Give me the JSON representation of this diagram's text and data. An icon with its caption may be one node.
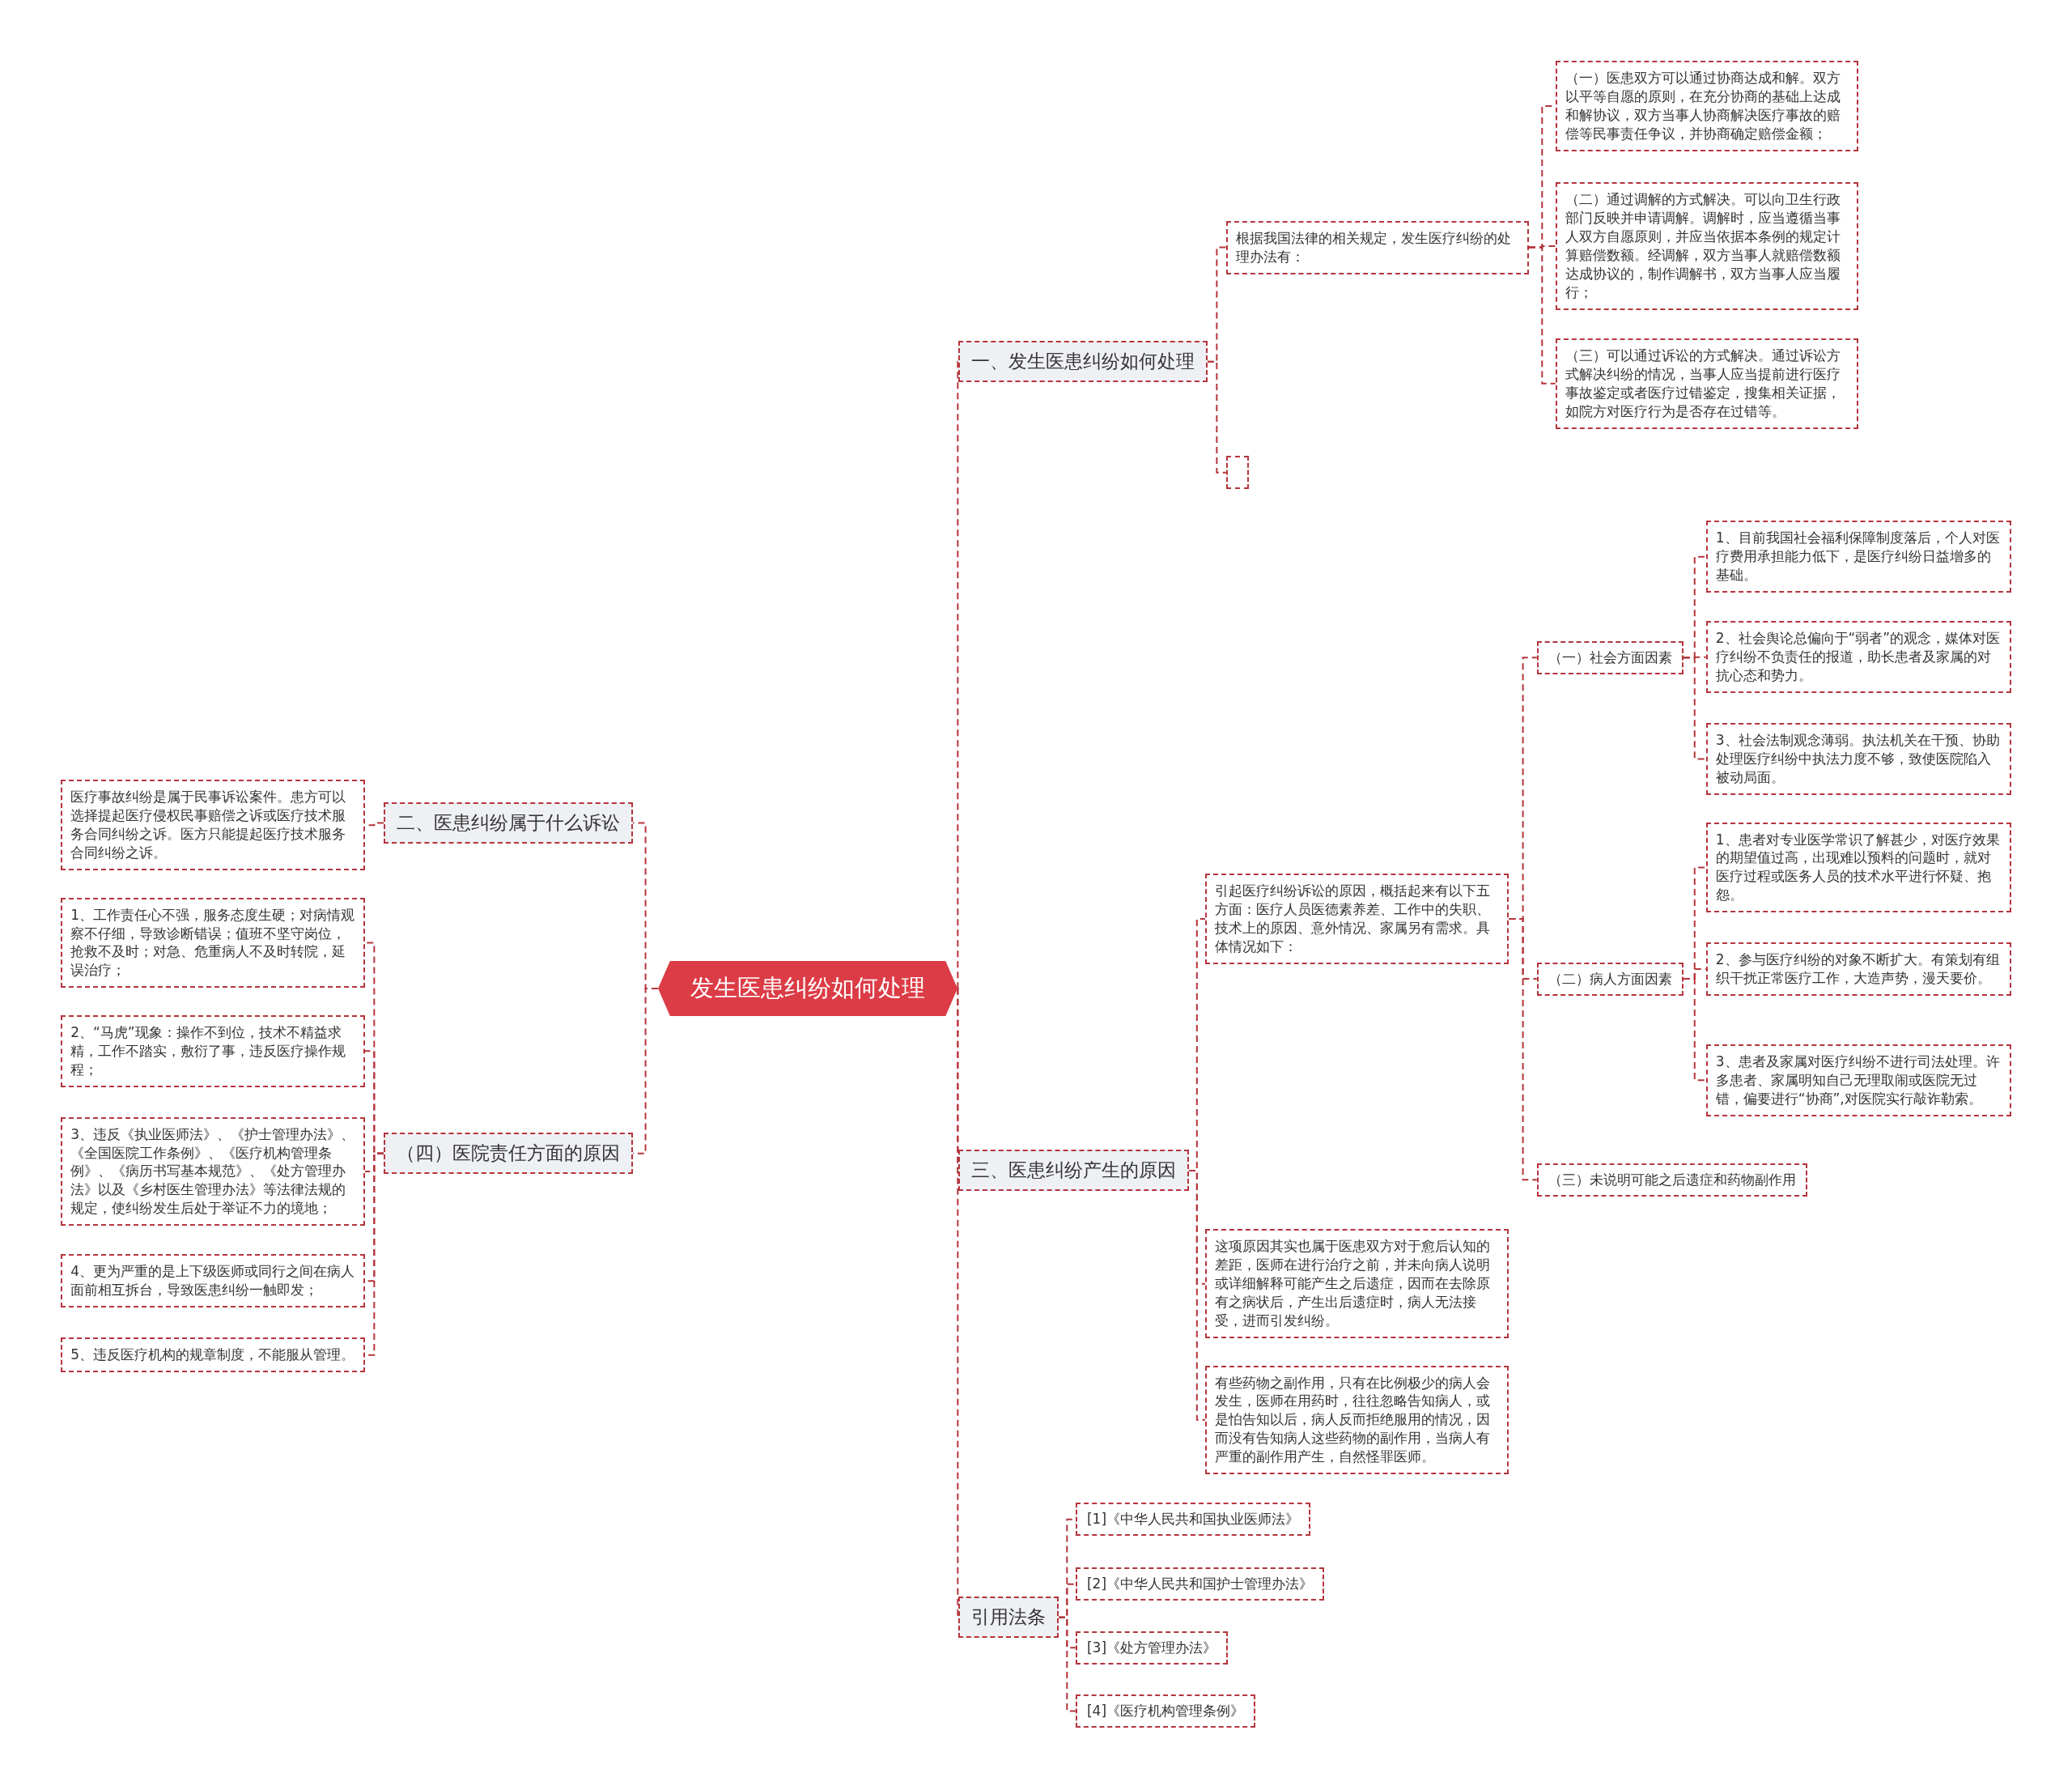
{
  "diagram": {
    "nodes": [
      {
        "text": [
          "发生医患纠纷如何处理"
        ]
      },
      {
        "text": [
          "一、发生医患纠纷如何处理"
        ]
      },
      {
        "text": [
          "根据我国法律的相关规定，发生医疗纠纷的处理办法有："
        ]
      },
      {
        "text": [
          "（一）医患双方可以通过协商达成和解。双方以平等自愿的原则，在充分协商的基础上达成和解协议，双方当事人协商解决医疗事故的赔偿等民事责任争议，并协商确定赔偿金额；"
        ]
      },
      {
        "text": [
          "（二）通过调解的方式解决。可以向卫生行政部门反映并申请调解。调解时，应当遵循当事人双方自愿原则，并应当依据本条例的规定计算赔偿数额。经调解，双方当事人就赔偿数额达成协议的，制作调解书，双方当事人应当履行；"
        ]
      },
      {
        "text": [
          "（三）可以通过诉讼的方式解决。通过诉讼方式解决纠纷的情况，当事人应当提前进行医疗事故鉴定或者医疗过错鉴定，搜集相关证据，如院方对医疗行为是否存在过错等。"
        ]
      },
      {
        "text": [],
        "shape": "box"
      },
      {
        "text": [
          "三、医患纠纷产生的原因"
        ]
      },
      {
        "text": [
          "引起医疗纠纷诉讼的原因，概括起来有以下五方面：医疗人员医德素养差、工作中的失职、技术上的原因、意外情况、家属另有需求。具体情况如下："
        ]
      },
      {
        "text": [
          "（一）社会方面因素"
        ]
      },
      {
        "text": [
          "1、目前我国社会福利保障制度落后，个人对医疗费用承担能力低下，是医疗纠纷日益增多的基础。"
        ]
      },
      {
        "text": [
          "2、社会舆论总偏向于“弱者”的观念，媒体对医疗纠纷不负责任的报道，助长患者及家属的对抗心态和势力。"
        ]
      },
      {
        "text": [
          "3、社会法制观念薄弱。执法机关在干预、协助处理医疗纠纷中执法力度不够，致使医院陷入被动局面。"
        ]
      },
      {
        "text": [
          "（二）病人方面因素"
        ]
      },
      {
        "text": [
          "1、患者对专业医学常识了解甚少，对医疗效果的期望值过高，出现难以预料的问题时，就对医疗过程或医务人员的技术水平进行怀疑、抱怨。"
        ]
      },
      {
        "text": [
          "2、参与医疗纠纷的对象不断扩大。有策划有组织干扰正常医疗工作，大造声势，漫天要价。"
        ]
      },
      {
        "text": [
          "3、患者及家属对医疗纠纷不进行司法处理。许多患者、家属明知自己无理取闹或医院无过错，偏要进行“协商”,对医院实行敲诈勒索。"
        ]
      },
      {
        "text": [
          "（三）未说明可能之后遗症和药物副作用"
        ]
      },
      {
        "text": [
          "这项原因其实也属于医患双方对于愈后认知的差距，医师在进行治疗之前，并未向病人说明或详细解释可能产生之后遗症，因而在去除原有之病状后，产生出后遗症时，病人无法接受，进而引发纠纷。"
        ]
      },
      {
        "text": [
          "有些药物之副作用，只有在比例极少的病人会发生，医师在用药时，往往忽略告知病人，或是怕告知以后，病人反而拒绝服用的情况，因而没有告知病人这些药物的副作用，当病人有严重的副作用产生，自然怪罪医师。"
        ]
      },
      {
        "text": [
          "引用法条"
        ]
      },
      {
        "text": [
          "[1]《中华人民共和国执业医师法》"
        ]
      },
      {
        "text": [
          "[2]《中华人民共和国护士管理办法》"
        ]
      },
      {
        "text": [
          "[3]《处方管理办法》"
        ]
      },
      {
        "text": [
          "[4]《医疗机构管理条例》"
        ]
      },
      {
        "text": [
          "二、医患纠纷属于什么诉讼"
        ]
      },
      {
        "text": [
          "医疗事故纠纷是属于民事诉讼案件。患方可以选择提起医疗侵权民事赔偿之诉或医疗技术服务合同纠纷之诉。医方只能提起医疗技术服务合同纠纷之诉。"
        ]
      },
      {
        "text": [
          "（四）医院责任方面的原因"
        ]
      },
      {
        "text": [
          "1、工作责任心不强，服务态度生硬；对病情观察不仔细，导致诊断错误；值班不坚守岗位，抢救不及时；对急、危重病人不及时转院，延误治疗；"
        ]
      },
      {
        "text": [
          "2、“马虎”现象：操作不到位，技术不精益求精，工作不踏实，敷衍了事，违反医疗操作规程；"
        ]
      },
      {
        "text": [
          "3、违反《执业医师法》、《护士管理办法》、《全国医院工作条例》、《医疗机构管理条例》、《病历书写基本规范》、《处方管理办法》以及《乡村医生管理办法》等法律法规的规定，使纠纷发生后处于举证不力的境地；"
        ]
      },
      {
        "text": [
          "4、更为严重的是上下级医师或同行之间在病人面前相互拆台，导致医患纠纷一触即发；"
        ]
      },
      {
        "text": [
          "5、违反医疗机构的规章制度，不能服从管理。"
        ]
      }
    ],
    "edges": [
      {
        "from": 0,
        "to": 1,
        "arrow": "none"
      },
      {
        "from": 1,
        "to": 2,
        "arrow": "none"
      },
      {
        "from": 2,
        "to": 3,
        "arrow": "none"
      },
      {
        "from": 2,
        "to": 4,
        "arrow": "none"
      },
      {
        "from": 2,
        "to": 5,
        "arrow": "none"
      },
      {
        "from": 1,
        "to": 6,
        "arrow": "none"
      },
      {
        "from": 0,
        "to": 7,
        "arrow": "none"
      },
      {
        "from": 7,
        "to": 8,
        "arrow": "none"
      },
      {
        "from": 8,
        "to": 9,
        "arrow": "none"
      },
      {
        "from": 9,
        "to": 10,
        "arrow": "none"
      },
      {
        "from": 9,
        "to": 11,
        "arrow": "none"
      },
      {
        "from": 9,
        "to": 12,
        "arrow": "none"
      },
      {
        "from": 8,
        "to": 13,
        "arrow": "none"
      },
      {
        "from": 13,
        "to": 14,
        "arrow": "none"
      },
      {
        "from": 13,
        "to": 15,
        "arrow": "none"
      },
      {
        "from": 13,
        "to": 16,
        "arrow": "none"
      },
      {
        "from": 8,
        "to": 17,
        "arrow": "none"
      },
      {
        "from": 7,
        "to": 18,
        "arrow": "none"
      },
      {
        "from": 7,
        "to": 19,
        "arrow": "none"
      },
      {
        "from": 0,
        "to": 20,
        "arrow": "none"
      },
      {
        "from": 20,
        "to": 21,
        "arrow": "none"
      },
      {
        "from": 20,
        "to": 22,
        "arrow": "none"
      },
      {
        "from": 20,
        "to": 23,
        "arrow": "none"
      },
      {
        "from": 20,
        "to": 24,
        "arrow": "none"
      },
      {
        "from": 0,
        "to": 25,
        "arrow": "none"
      },
      {
        "from": 25,
        "to": 26,
        "arrow": "none"
      },
      {
        "from": 0,
        "to": 27,
        "arrow": "none"
      },
      {
        "from": 27,
        "to": 28,
        "arrow": "none"
      },
      {
        "from": 27,
        "to": 29,
        "arrow": "none"
      },
      {
        "from": 27,
        "to": 30,
        "arrow": "none"
      },
      {
        "from": 27,
        "to": 31,
        "arrow": "none"
      },
      {
        "from": 27,
        "to": 32,
        "arrow": "none"
      }
    ]
  }
}
